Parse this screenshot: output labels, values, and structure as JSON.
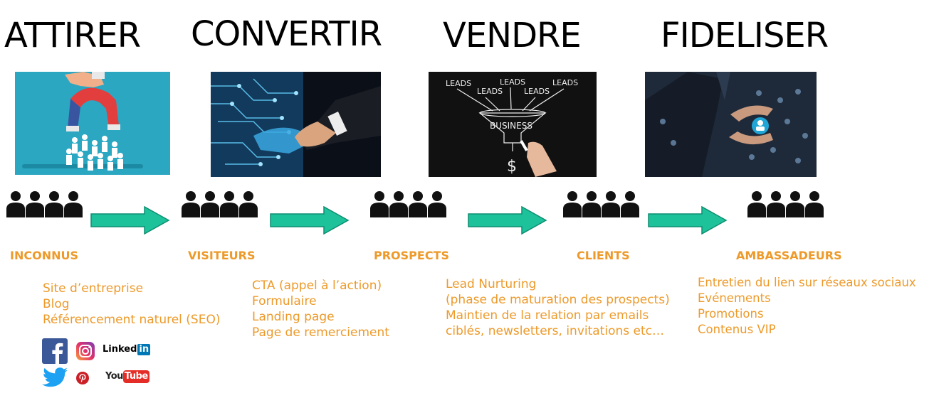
{
  "colors": {
    "accent": "#ED9A2A",
    "arrow": "#1DC29B",
    "arrow_stroke": "#0E8E72",
    "title": "#000000"
  },
  "stages": [
    {
      "title": "ATTIRER",
      "label": "INCONNUS",
      "items": [
        "Site d’entreprise",
        "Blog",
        "Référencement naturel (SEO)"
      ]
    },
    {
      "title": "CONVERTIR",
      "label": "VISITEURS",
      "items": [
        "CTA (appel à l’action)",
        "Formulaire",
        "Landing page",
        "Page de remerciement"
      ]
    },
    {
      "title": "VENDRE",
      "label": "PROSPECTS",
      "items": [
        "Lead Nurturing",
        "(phase de maturation des prospects)",
        "Maintien de la relation par emails",
        "ciblés, newsletters, invitations etc…"
      ]
    },
    {
      "title": "FIDELISER",
      "label": "CLIENTS",
      "items": []
    },
    {
      "title": "",
      "label": "AMBASSADEURS",
      "items": [
        "Entretien du lien sur réseaux sociaux",
        "Evénements",
        "Promotions",
        "Contenus VIP"
      ]
    }
  ],
  "images": {
    "funnel_words": [
      "LEADS",
      "LEADS",
      "LEADS",
      "LEADS",
      "LEADS"
    ],
    "funnel_label": "BUSINESS"
  },
  "social": {
    "icons": [
      "facebook-icon",
      "instagram-icon",
      "linkedin-icon",
      "twitter-icon",
      "pinterest-icon",
      "youtube-icon"
    ],
    "linkedin_text": "Linked",
    "linkedin_in": "in",
    "youtube_you": "You",
    "youtube_tube": "Tube"
  }
}
